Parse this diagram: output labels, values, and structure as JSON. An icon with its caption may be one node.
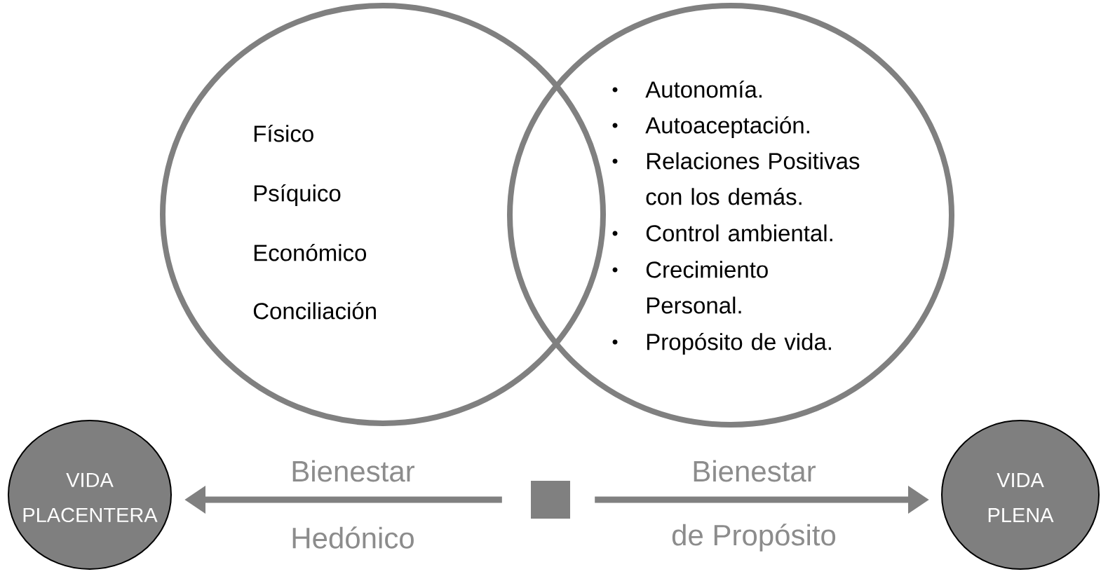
{
  "diagram": {
    "nodes": [
      {
        "text": [
          "Físico",
          "Psíquico",
          "Económico",
          "Conciliación"
        ]
      },
      {
        "text": [
          "Autonomía.",
          "Autoaceptación.",
          "Relaciones Positivas con los demás.",
          "Control ambiental.",
          "Crecimiento Personal.",
          "Propósito de vida."
        ]
      },
      {
        "text": [
          "VIDA PLACENTERA"
        ]
      },
      {
        "text": [],
        "shape": "box"
      },
      {
        "text": [
          "VIDA PLENA"
        ]
      }
    ],
    "edges": [
      {
        "from": 3,
        "to": 2,
        "arrow": "to",
        "label": "Bienestar"
      },
      {
        "from": 3,
        "to": 4,
        "arrow": "to",
        "label": "Bienestar"
      }
    ],
    "labels": [
      "Hedónico",
      "de Propósito"
    ]
  }
}
